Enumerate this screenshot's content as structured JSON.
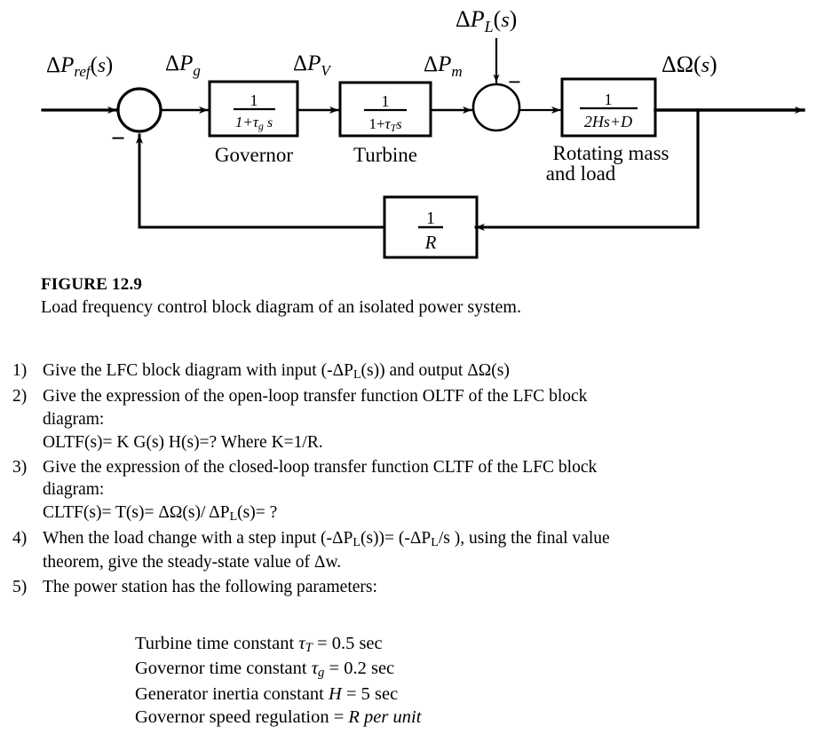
{
  "diagram": {
    "signals": {
      "input_ref": "ΔP_ref(s)",
      "after_sum": "ΔP_g",
      "after_governor": "ΔP_V",
      "after_turbine": "ΔP_m",
      "load_disturbance": "ΔP_L(s)",
      "output": "ΔΩ(s)"
    },
    "blocks": [
      {
        "id": "governor",
        "numerator": "1",
        "denominator": "1+τ_g s",
        "label": "Governor"
      },
      {
        "id": "turbine",
        "numerator": "1",
        "denominator": "1+τ_T s",
        "label": "Turbine"
      },
      {
        "id": "rotating-mass",
        "numerator": "1",
        "denominator": "2Hs+D",
        "label_line1": "Rotating mass",
        "label_line2": "and load"
      },
      {
        "id": "droop",
        "numerator": "1",
        "denominator": "R",
        "label": ""
      }
    ],
    "sum_signs": {
      "left_junction_negative": "−",
      "right_junction_negative": "−"
    },
    "line_color": "#000000"
  },
  "figure": {
    "number": "FIGURE 12.9",
    "caption": "Load frequency control block diagram of an isolated power system."
  },
  "questions": [
    {
      "number": "1)",
      "lines": [
        "Give the LFC block diagram with input (-ΔP_L(s)) and output ΔΩ(s)"
      ]
    },
    {
      "number": "2)",
      "lines": [
        "Give the expression of the open-loop transfer function OLTF of the LFC block",
        "diagram:",
        "OLTF(s)= K G(s) H(s)=?   Where K=1/R."
      ]
    },
    {
      "number": "3)",
      "lines": [
        "Give the expression of the closed-loop transfer function CLTF of the LFC block",
        "diagram:",
        "CLTF(s)= T(s)= ΔΩ(s)/ ΔP_L(s)= ?"
      ]
    },
    {
      "number": "4)",
      "lines": [
        "When the load change with a step input (-ΔP_L(s))= (-ΔP_L/s ), using the final value",
        "theorem, give the steady-state value of Δw."
      ]
    },
    {
      "number": "5)",
      "lines": [
        "The power station has the following parameters:"
      ]
    }
  ],
  "parameters": [
    {
      "name": "Turbine time constant",
      "symbol": "τ_T",
      "equals": "=",
      "value": "0.5 sec"
    },
    {
      "name": "Governor time constant",
      "symbol": "τ_g",
      "equals": "=",
      "value": "0.2 sec"
    },
    {
      "name": "Generator inertia constant",
      "symbol": "H",
      "equals": "=",
      "value": "5 sec"
    },
    {
      "name": "Governor speed regulation",
      "symbol": "",
      "equals": "=",
      "value": "R per unit"
    }
  ]
}
